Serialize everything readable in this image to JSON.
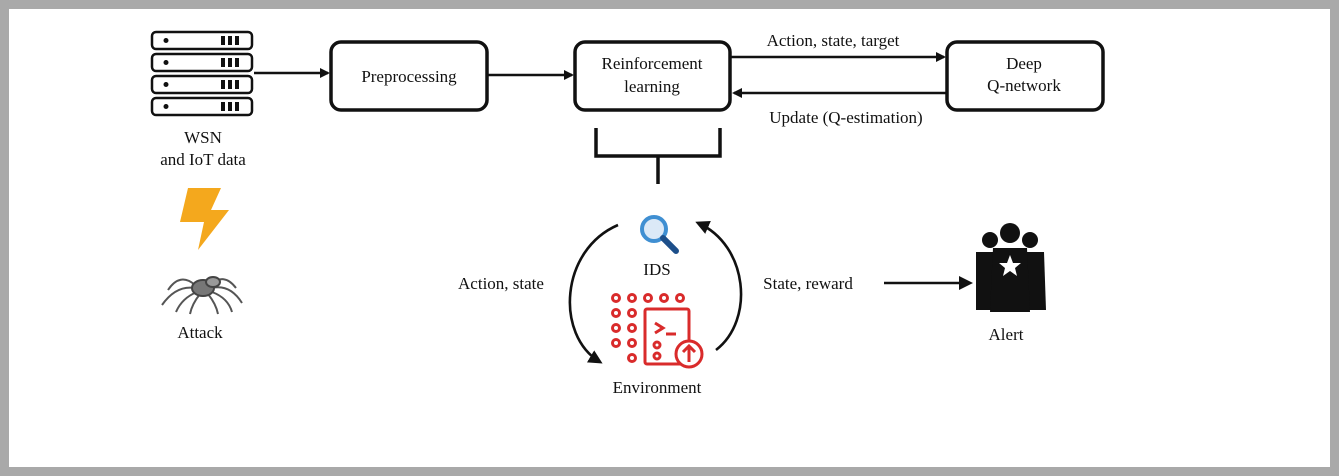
{
  "nodes": {
    "wsn_line1": "WSN",
    "wsn_line2": "and IoT data",
    "attack": "Attack",
    "preprocessing": "Preprocessing",
    "rl_line1": "Reinforcement",
    "rl_line2": "learning",
    "dqn_line1": "Deep",
    "dqn_line2": "Q-network",
    "ids": "IDS",
    "environment": "Environment",
    "alert": "Alert"
  },
  "edges": {
    "action_state_target": "Action, state, target",
    "update": "Update (Q-estimation)",
    "action_state": "Action, state",
    "state_reward": "State, reward"
  },
  "icons": {
    "server": "server-stack-icon",
    "lightning": "lightning-bolt-icon",
    "spider": "spider-icon",
    "magnifier": "magnifying-glass-icon",
    "environment": "code-environment-icon",
    "people": "people-group-icon"
  },
  "colors": {
    "frame": "#a9a9a9",
    "lightning": "#f4a81d",
    "environment": "#d92b2b",
    "magnifier": "#3f8fd2"
  }
}
